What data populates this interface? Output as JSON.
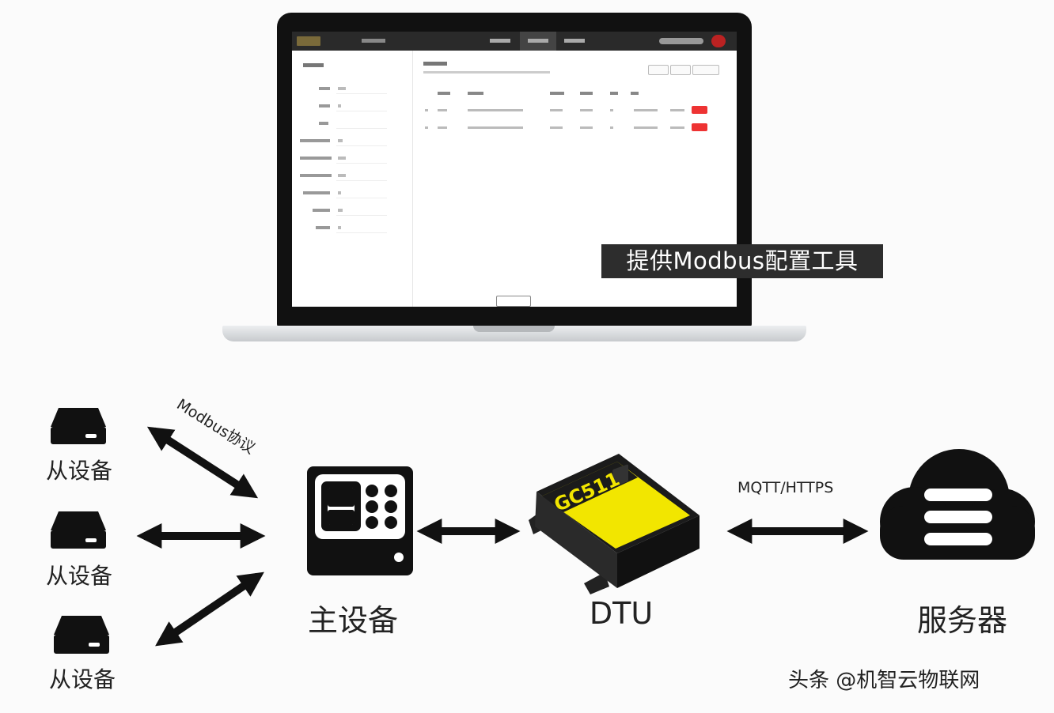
{
  "laptop": {
    "caption": "提供Modbus配置工具"
  },
  "diagram": {
    "slave_label": "从设备",
    "slaves": [
      {
        "label": "从设备"
      },
      {
        "label": "从设备"
      },
      {
        "label": "从设备"
      }
    ],
    "protocol_left": "Modbus协议",
    "master_label": "主设备",
    "dtu_label": "DTU",
    "dtu_device_text": "GC511",
    "protocol_right": "MQTT/HTTPS",
    "server_label": "服务器"
  },
  "watermark": "头条 @机智云物联网",
  "colors": {
    "black": "#111111",
    "dtu_yellow": "#f2e600",
    "caption_bg": "#2d2d2d"
  }
}
